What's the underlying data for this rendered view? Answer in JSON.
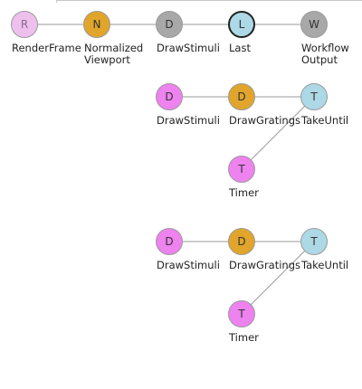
{
  "colors": {
    "source_light": "#eec0ee",
    "transform": "#e0a52a",
    "gray": "#a8a8a8",
    "cyan": "#add8e6",
    "magenta": "#ee82ee",
    "edge": "#9a9a9a"
  },
  "nodes": {
    "renderframe": {
      "letter": "R",
      "label": "RenderFrame"
    },
    "normalized_viewport": {
      "letter": "N",
      "label": "Normalized\nViewport"
    },
    "drawstimuli_1": {
      "letter": "D",
      "label": "DrawStimuli"
    },
    "last": {
      "letter": "L",
      "label": "Last"
    },
    "workflow_output": {
      "letter": "W",
      "label": "Workflow\nOutput"
    },
    "drawstimuli_2": {
      "letter": "D",
      "label": "DrawStimuli"
    },
    "drawgratings_1": {
      "letter": "D",
      "label": "DrawGratings"
    },
    "takeuntil_1": {
      "letter": "T",
      "label": "TakeUntil"
    },
    "timer_1": {
      "letter": "T",
      "label": "Timer"
    },
    "drawstimuli_3": {
      "letter": "D",
      "label": "DrawStimuli"
    },
    "drawgratings_2": {
      "letter": "D",
      "label": "DrawGratings"
    },
    "takeuntil_2": {
      "letter": "T",
      "label": "TakeUntil"
    },
    "timer_2": {
      "letter": "T",
      "label": "Timer"
    }
  }
}
